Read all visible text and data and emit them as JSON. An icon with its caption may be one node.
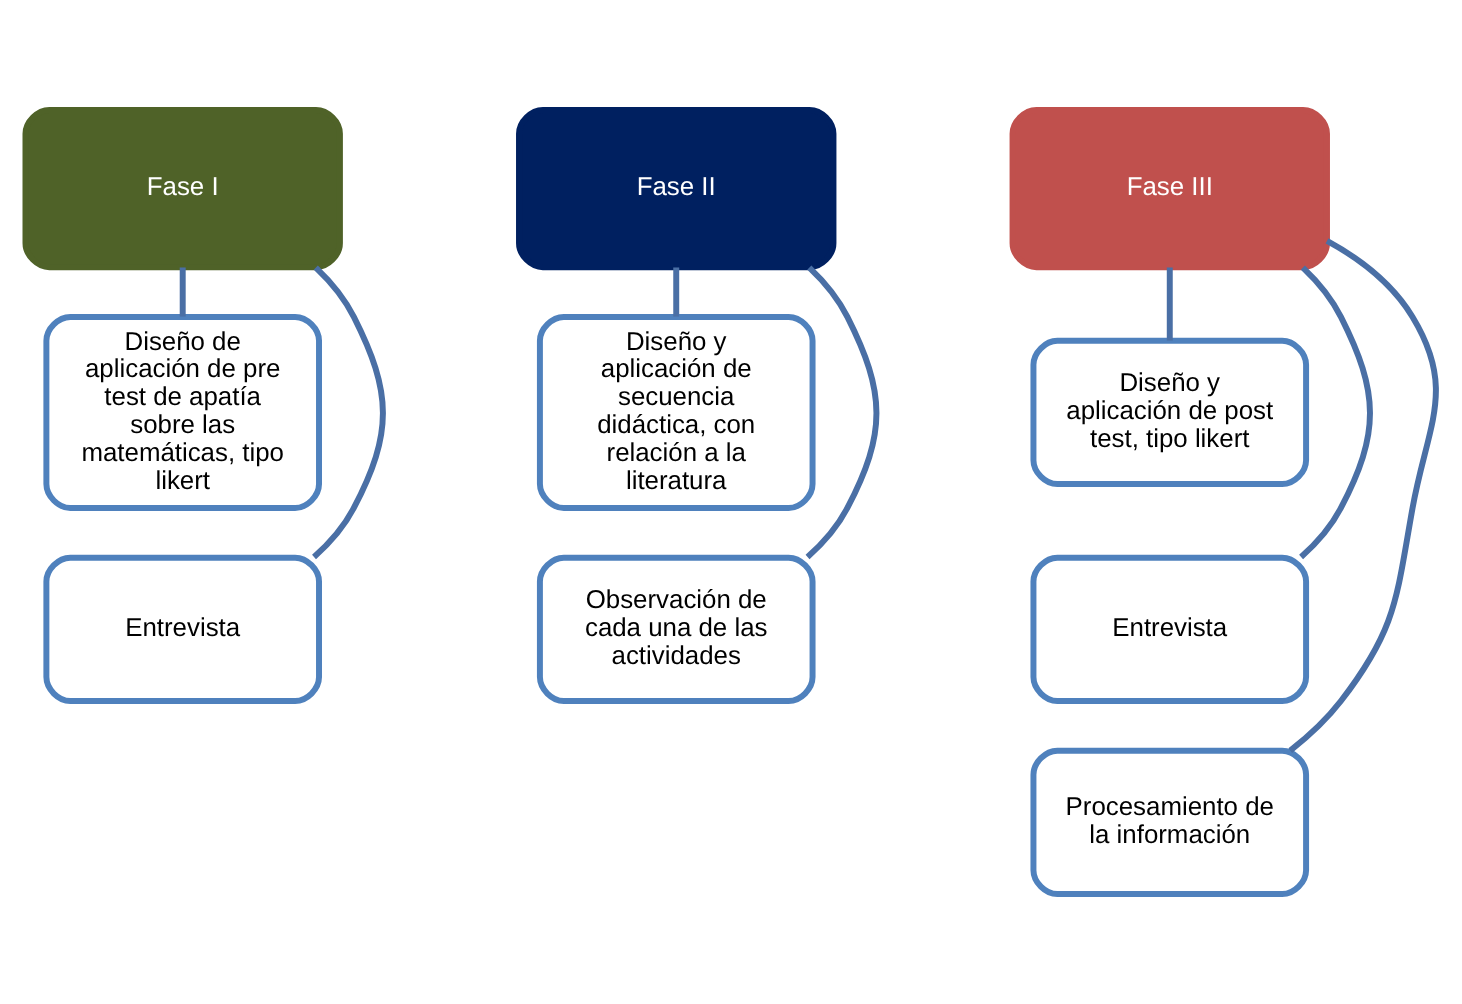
{
  "diagram": {
    "nodes": [
      {
        "text": [
          "Fase I"
        ]
      },
      {
        "text": [
          "Diseño de aplicación de pre test de apatía sobre las matemáticas, tipo likert"
        ]
      },
      {
        "text": [
          "Entrevista"
        ]
      },
      {
        "text": [
          "Fase II"
        ]
      },
      {
        "text": [
          "Diseño y aplicación de secuencia didáctica, con relación a la literatura"
        ]
      },
      {
        "text": [
          "Observación de cada una de las actividades"
        ]
      },
      {
        "text": [
          "Fase III"
        ]
      },
      {
        "text": [
          "Diseño y aplicación de post test, tipo likert"
        ]
      },
      {
        "text": [
          "Entrevista"
        ]
      },
      {
        "text": [
          "Procesamiento de la información"
        ]
      }
    ],
    "edges": [
      {
        "from": 0,
        "to": 1,
        "arrow": "none"
      },
      {
        "from": 0,
        "to": 2,
        "arrow": "none"
      },
      {
        "from": 3,
        "to": 4,
        "arrow": "none"
      },
      {
        "from": 3,
        "to": 5,
        "arrow": "none"
      },
      {
        "from": 6,
        "to": 7,
        "arrow": "none"
      },
      {
        "from": 6,
        "to": 8,
        "arrow": "none"
      },
      {
        "from": 6,
        "to": 9,
        "arrow": "none"
      }
    ]
  }
}
